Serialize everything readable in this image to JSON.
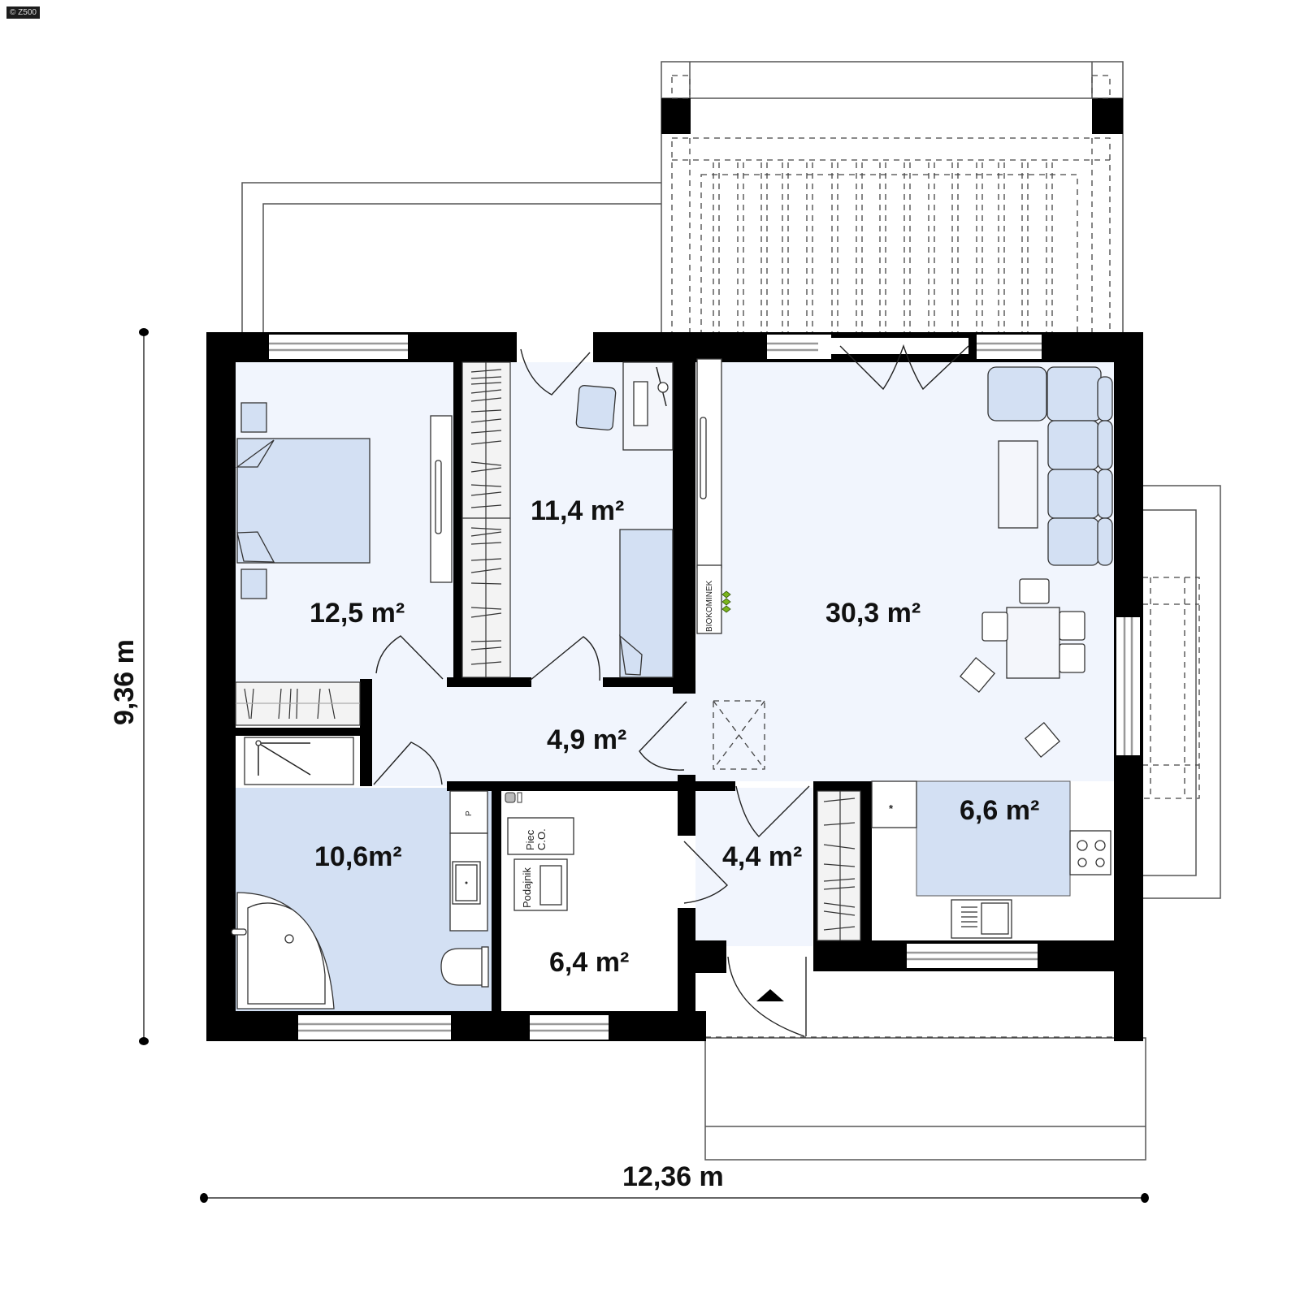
{
  "watermark": "© Z500",
  "dimensions": {
    "width_label": "12,36 m",
    "height_label": "9,36 m"
  },
  "rooms": {
    "bedroom": {
      "area": "12,5 m²"
    },
    "study": {
      "area": "11,4 m²"
    },
    "living_dining": {
      "area": "30,3 m²"
    },
    "hall": {
      "area": "4,9 m²"
    },
    "bathroom": {
      "area": "10,6m²"
    },
    "boiler_room": {
      "area": "6,4 m²"
    },
    "vestibule": {
      "area": "4,4 m²"
    },
    "kitchen": {
      "area": "6,6 m²"
    }
  },
  "labels": {
    "fireplace": "BIOKOMINEK",
    "boiler_line1": "Piec",
    "boiler_line2": "C.O.",
    "feeder": "Podajnik",
    "p_mark": "P",
    "kitchen_star": "*"
  },
  "colors": {
    "wall": "#000000",
    "room_light": "#f1f5fd",
    "room_blue": "#d3e0f3",
    "fireplace_flame": "#7ab51d"
  }
}
